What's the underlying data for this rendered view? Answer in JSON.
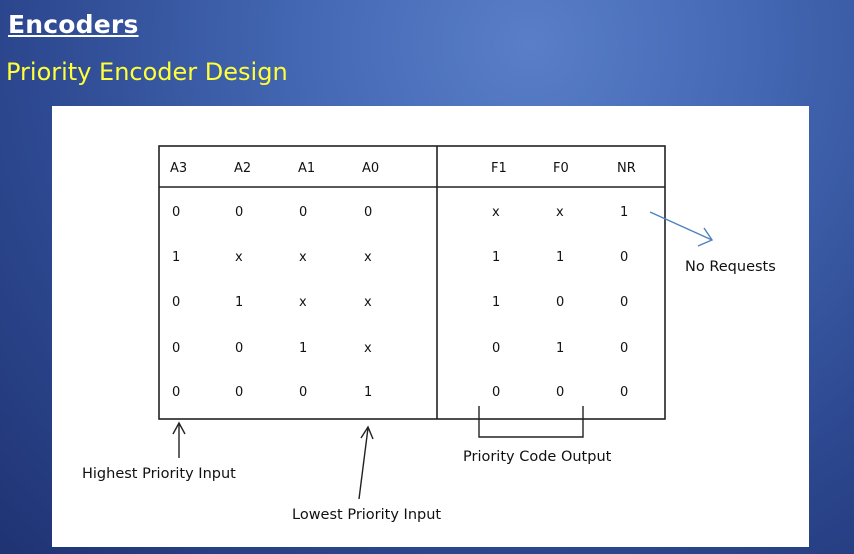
{
  "slide": {
    "title": "Encoders",
    "subtitle": "Priority Encoder Design"
  },
  "table": {
    "input_headers": [
      "A3",
      "A2",
      "A1",
      "A0"
    ],
    "output_headers": [
      "F1",
      "F0",
      "NR"
    ],
    "rows": [
      {
        "inputs": [
          "0",
          "0",
          "0",
          "0"
        ],
        "outputs": [
          "x",
          "x",
          "1"
        ]
      },
      {
        "inputs": [
          "1",
          "x",
          "x",
          "x"
        ],
        "outputs": [
          "1",
          "1",
          "0"
        ]
      },
      {
        "inputs": [
          "0",
          "1",
          "x",
          "x"
        ],
        "outputs": [
          "1",
          "0",
          "0"
        ]
      },
      {
        "inputs": [
          "0",
          "0",
          "1",
          "x"
        ],
        "outputs": [
          "0",
          "1",
          "0"
        ]
      },
      {
        "inputs": [
          "0",
          "0",
          "0",
          "1"
        ],
        "outputs": [
          "0",
          "0",
          "0"
        ]
      }
    ]
  },
  "annotations": {
    "no_requests": "No Requests",
    "highest_priority": "Highest Priority Input",
    "lowest_priority": "Lowest Priority Input",
    "priority_code_output": "Priority Code Output"
  },
  "colors": {
    "title": "#ffffff",
    "subtitle": "#ffff3a",
    "arrow_blue": "#4f81bd"
  }
}
